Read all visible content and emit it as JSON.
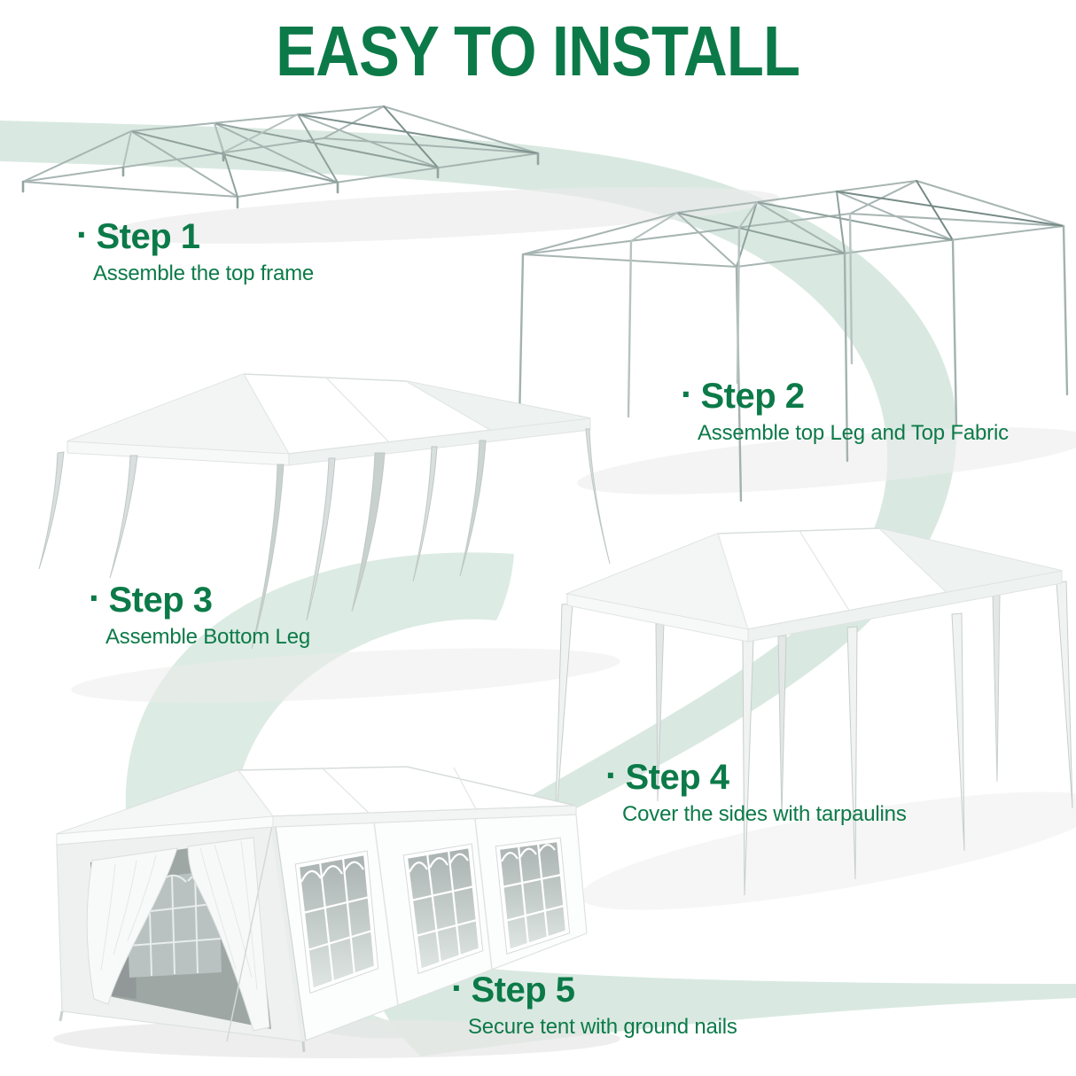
{
  "title": "EASY TO INSTALL",
  "bullet": "·",
  "steps": [
    {
      "label": "Step 1",
      "description": "Assemble the top frame"
    },
    {
      "label": "Step 2",
      "description": "Assemble top Leg and Top Fabric"
    },
    {
      "label": "Step 3",
      "description": "Assemble Bottom Leg"
    },
    {
      "label": "Step 4",
      "description": "Cover the sides with tarpaulins"
    },
    {
      "label": "Step 5",
      "description": "Secure tent with ground nails"
    }
  ],
  "illustrations": [
    {
      "name": "top-frame-wireframe-illustration"
    },
    {
      "name": "frame-with-legs-wireframe-illustration"
    },
    {
      "name": "canopy-with-hanging-leg-sleeves-illustration"
    },
    {
      "name": "canopy-with-bottom-legs-illustration"
    },
    {
      "name": "complete-tent-with-sidewalls-illustration"
    }
  ],
  "colors": {
    "accent_green": "#0c7a48",
    "swoosh_mint": "#dcebe3",
    "frame_gray": "#a7b5b2",
    "canopy_white": "#ffffff"
  }
}
